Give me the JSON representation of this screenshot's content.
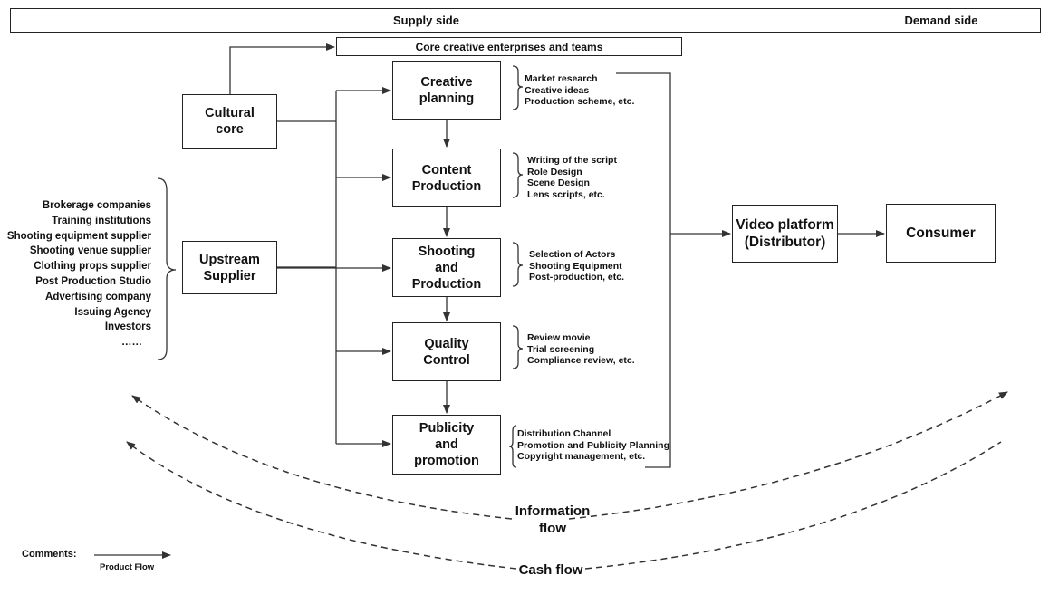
{
  "header": {
    "supply_label": "Supply side",
    "demand_label": "Demand side"
  },
  "core_label": "Core creative enterprises and teams",
  "cultural_core": "Cultural\ncore",
  "upstream_supplier": "Upstream\nSupplier",
  "upstream_items": [
    "Brokerage companies",
    "Training institutions",
    "Shooting equipment supplier",
    "Shooting venue supplier",
    "Clothing props supplier",
    "Post Production Studio",
    "Advertising company",
    "Issuing Agency",
    "Investors",
    "……"
  ],
  "stages": [
    {
      "label": "Creative\nplanning",
      "details": [
        "Market research",
        "Creative ideas",
        "Production scheme, etc."
      ]
    },
    {
      "label": "Content\nProduction",
      "details": [
        "Writing of the script",
        "Role Design",
        "Scene Design",
        "Lens scripts, etc."
      ]
    },
    {
      "label": "Shooting\nand\nProduction",
      "details": [
        "Selection of Actors",
        "Shooting Equipment",
        "Post-production, etc."
      ]
    },
    {
      "label": "Quality\nControl",
      "details": [
        "Review movie",
        "Trial screening",
        "Compliance review, etc."
      ]
    },
    {
      "label": "Publicity\nand\npromotion",
      "details": [
        "Distribution Channel",
        "Promotion and Publicity Planning",
        "Copyright management, etc."
      ]
    }
  ],
  "video_platform": "Video platform\n(Distributor)",
  "consumer": "Consumer",
  "information_flow": "Information\nflow",
  "cash_flow": "Cash flow",
  "legend": {
    "comments": "Comments:",
    "product_flow": "Product Flow"
  },
  "colors": {
    "line": "#222222",
    "text": "#111111",
    "background": "#ffffff"
  }
}
